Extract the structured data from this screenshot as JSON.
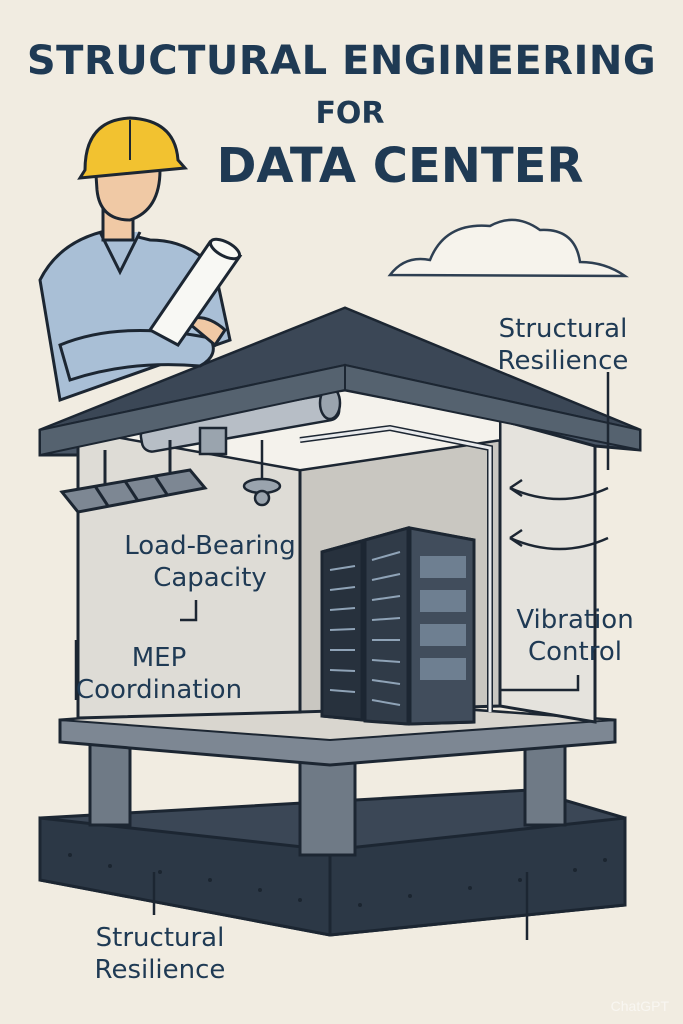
{
  "title": {
    "line1": "STRUCTURAL ENGINEERING",
    "line2": "FOR",
    "line3": "DATA CENTER"
  },
  "labels": {
    "top_right": [
      "Structural",
      "Resilience"
    ],
    "load_bearing": [
      "Load-Bearing",
      "Capacity"
    ],
    "mep": [
      "MEP",
      "Coordination"
    ],
    "vibration": [
      "Vibration",
      "Control"
    ],
    "bottom_left": [
      "Structural",
      "Resilience"
    ]
  },
  "watermark": "ChatGPT",
  "colors": {
    "navy": "#1f3a54",
    "background": "#f1ece1",
    "roof": "#3f4d5c",
    "wall": "#e4e2dd",
    "hardhat": "#f2c230"
  }
}
